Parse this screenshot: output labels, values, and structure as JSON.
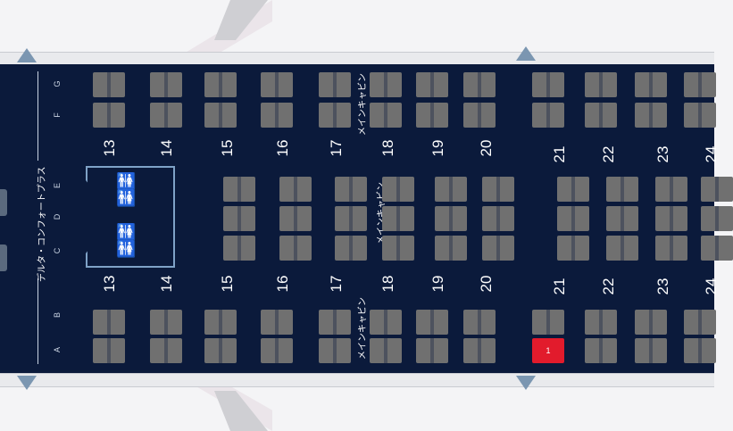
{
  "section_label": "デルタ・コンフォートプラス",
  "main_cabin_label": "メインキャビン",
  "columns": [
    "A",
    "B",
    "C",
    "D",
    "E",
    "F",
    "G"
  ],
  "rows_top": [
    "13",
    "14",
    "15",
    "16",
    "17",
    "18",
    "19",
    "20",
    "21",
    "22",
    "23",
    "24"
  ],
  "rows_bottom": [
    "13",
    "14",
    "15",
    "16",
    "17",
    "18",
    "19",
    "20",
    "21",
    "22",
    "23",
    "24"
  ],
  "selected_seat": {
    "label": "1",
    "row": "21",
    "column": "A"
  },
  "colors": {
    "cabin": "#0b1a3b",
    "seat": "#707070",
    "selected": "#e21b2c",
    "exit": "#7b96b1"
  },
  "icons": [
    "exit-arrow-icon",
    "lavatory-icon"
  ]
}
